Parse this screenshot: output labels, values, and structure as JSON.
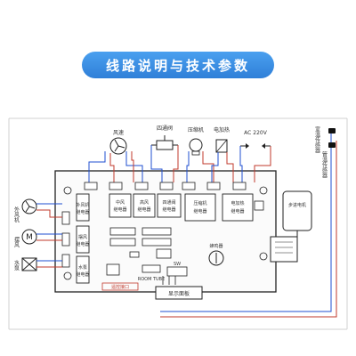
{
  "title": "线路说明与技术参数",
  "top_devices": [
    {
      "label": "风速"
    },
    {
      "label": "四通阀"
    },
    {
      "label": "压缩机"
    },
    {
      "label": "电加热"
    },
    {
      "label": "AC 220V"
    }
  ],
  "left_devices": [
    {
      "label": "外风机"
    },
    {
      "label": "摆风"
    },
    {
      "label": "水泵"
    }
  ],
  "right_labels": [
    "室温传感器",
    "管温传感器"
  ],
  "relays": [
    {
      "label": "中风",
      "sub": "继电器"
    },
    {
      "label": "高风",
      "sub": "继电器"
    },
    {
      "label": "四通阀",
      "sub": "继电器"
    },
    {
      "label": "压缩机",
      "sub": "继电器"
    },
    {
      "label": "电加热",
      "sub": "继电器"
    }
  ],
  "left_relays": [
    {
      "label": "外风机",
      "sub": "继电器"
    },
    {
      "label": "摆风",
      "sub": "继电器"
    },
    {
      "label": "水泵",
      "sub": "继电器"
    }
  ],
  "board_labels": {
    "room_tube": "ROOM TUBE",
    "sw": "SW",
    "display": "显示面板",
    "remote": "遥控接口",
    "buzzer": "蜂鸣器",
    "motor": "步进电机"
  }
}
